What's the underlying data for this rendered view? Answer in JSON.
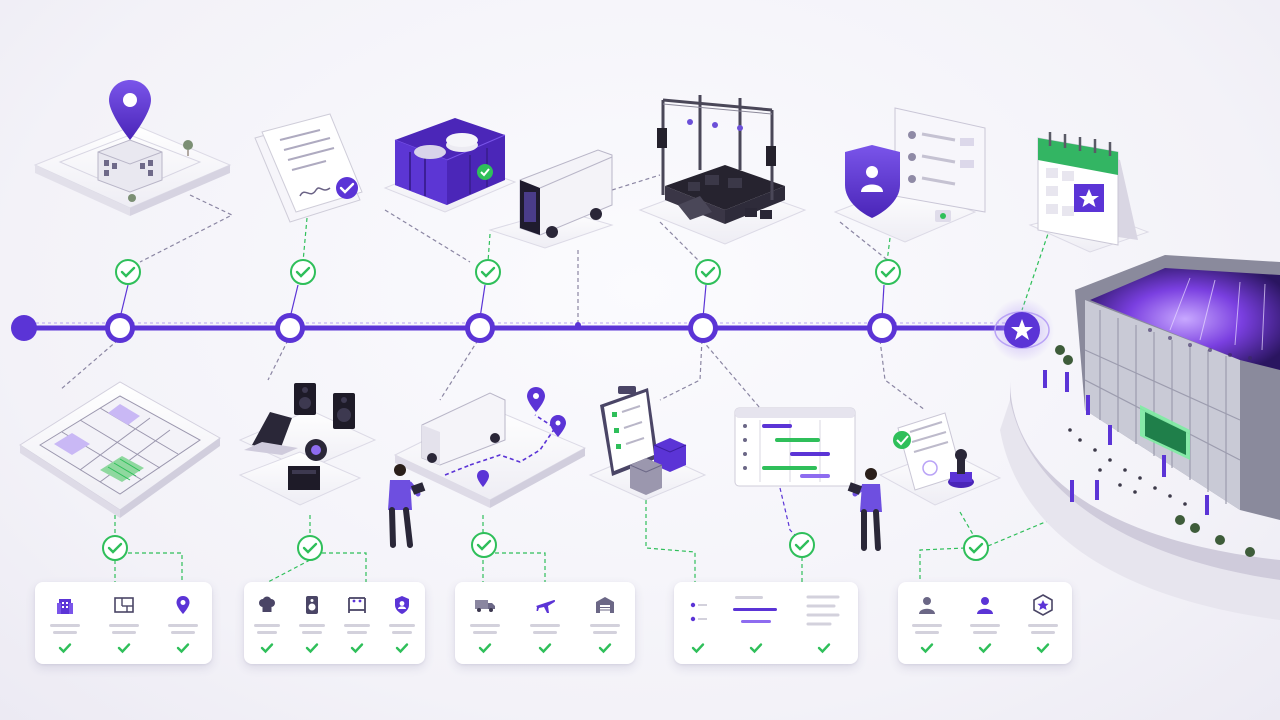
{
  "colors": {
    "accent": "#5b34d6",
    "accent_light": "#8e6cf0",
    "check_green": "#2fbf5a",
    "neutral_line": "#d3d1dc",
    "background": "#f3f2f8"
  },
  "timeline": {
    "nodes": [
      "start",
      "milestone-1",
      "milestone-2",
      "milestone-3",
      "milestone-4",
      "milestone-5",
      "finish-star"
    ]
  },
  "stages_top": [
    "location-pin-building-icon",
    "signed-contract-icon",
    "equipment-crate-truck-icon",
    "stage-truss-icon",
    "security-shield-staff-list-icon",
    "calendar-star-icon"
  ],
  "stages_bottom": [
    "floor-plan-icon",
    "av-equipment-icon",
    "delivery-route-icon",
    "inventory-checklist-icon",
    "schedule-gantt-icon",
    "approved-document-stamp-icon"
  ],
  "summary_cards": [
    {
      "icons": [
        "building-icon",
        "floor-plan-icon",
        "location-pin-icon"
      ]
    },
    {
      "icons": [
        "chef-hat-icon",
        "speaker-icon",
        "stage-truss-icon",
        "security-badge-icon"
      ]
    },
    {
      "icons": [
        "delivery-truck-icon",
        "airplane-icon",
        "warehouse-icon"
      ]
    },
    {
      "icons": [
        "timeline-list-icon",
        "gantt-bars-icon",
        "notes-icon"
      ]
    },
    {
      "icons": [
        "staff-member-icon",
        "attendee-icon",
        "vip-badge-icon"
      ]
    }
  ],
  "venue": "illuminated-arena-icon"
}
